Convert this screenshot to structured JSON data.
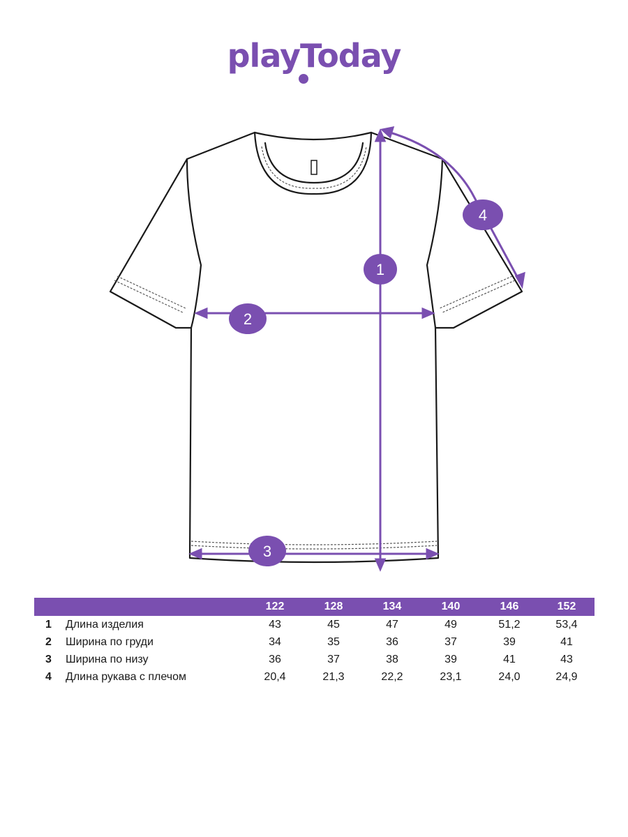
{
  "brand": {
    "logo_text": "play",
    "logo_text_2": "Today",
    "accent": "#7a4fb0"
  },
  "measure_badges": [
    "1",
    "2",
    "3",
    "4"
  ],
  "table": {
    "sizes": [
      "122",
      "128",
      "134",
      "140",
      "146",
      "152"
    ],
    "rows": [
      {
        "num": "1",
        "label": "Длина изделия",
        "values": [
          "43",
          "45",
          "47",
          "49",
          "51,2",
          "53,4"
        ]
      },
      {
        "num": "2",
        "label": "Ширина по груди",
        "values": [
          "34",
          "35",
          "36",
          "37",
          "39",
          "41"
        ]
      },
      {
        "num": "3",
        "label": "Ширина по низу",
        "values": [
          "36",
          "37",
          "38",
          "39",
          "41",
          "43"
        ]
      },
      {
        "num": "4",
        "label": "Длина рукава с плечом",
        "values": [
          "20,4",
          "21,3",
          "22,2",
          "23,1",
          "24,0",
          "24,9"
        ]
      }
    ]
  }
}
